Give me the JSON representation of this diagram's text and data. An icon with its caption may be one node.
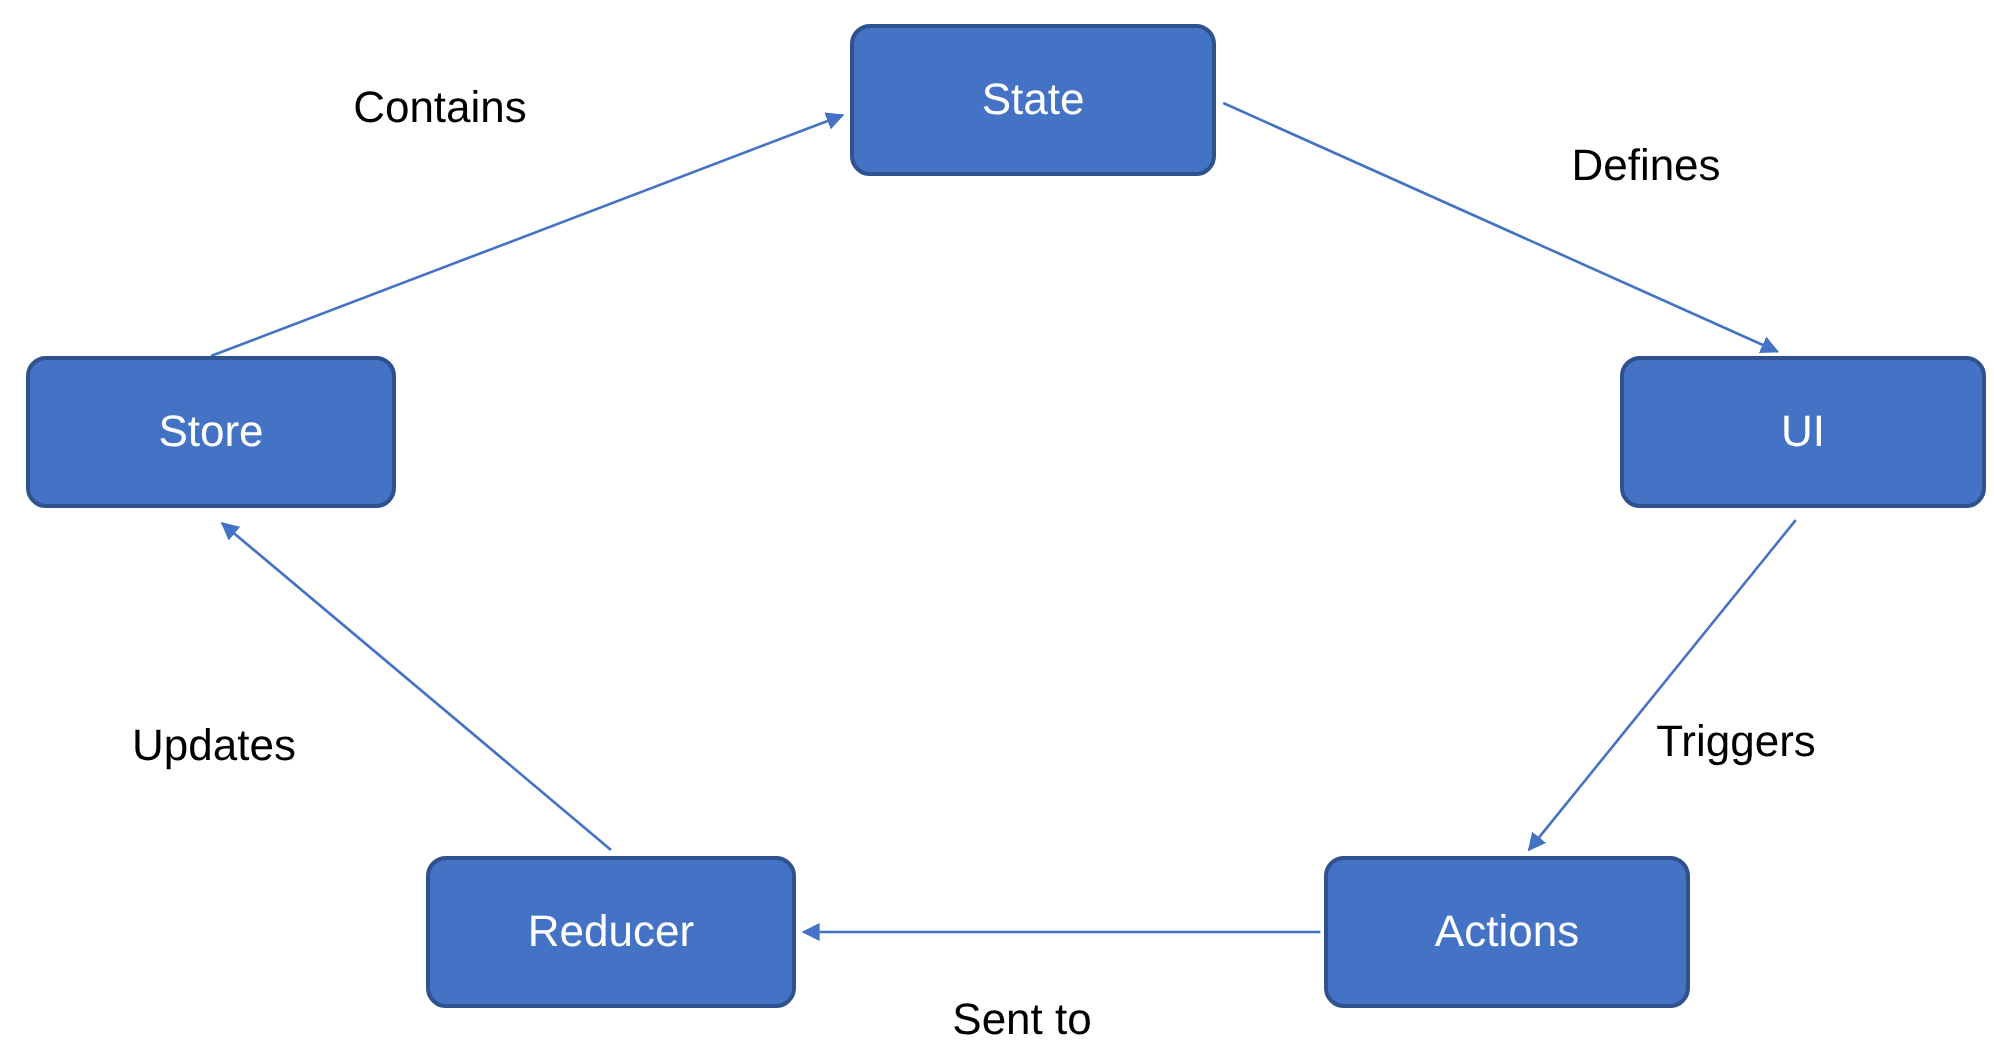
{
  "diagram": {
    "nodes": [
      {
        "text": [
          "State"
        ]
      },
      {
        "text": [
          "UI"
        ]
      },
      {
        "text": [
          "Actions"
        ]
      },
      {
        "text": [
          "Reducer"
        ]
      },
      {
        "text": [
          "Store"
        ]
      }
    ],
    "edges": [
      {
        "from": 4,
        "to": 0,
        "arrow": "to",
        "label": "Contains"
      },
      {
        "from": 0,
        "to": 1,
        "arrow": "to",
        "label": "Defines"
      },
      {
        "from": 1,
        "to": 2,
        "arrow": "to",
        "label": "Triggers"
      },
      {
        "from": 2,
        "to": 3,
        "arrow": "to",
        "label": "Sent to"
      },
      {
        "from": 3,
        "to": 4,
        "arrow": "to",
        "label": "Updates"
      }
    ]
  }
}
